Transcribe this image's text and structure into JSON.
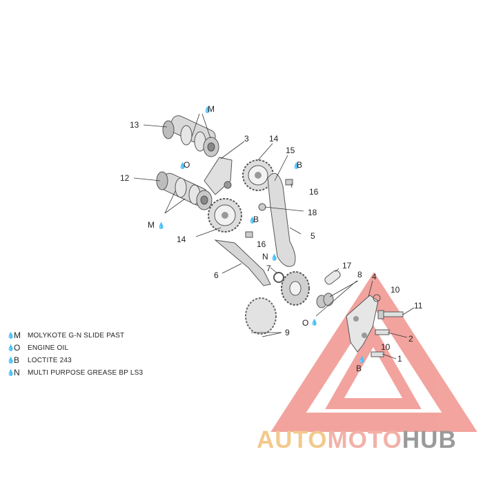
{
  "diagram": {
    "callouts": {
      "c1": "1",
      "c2": "2",
      "c3": "3",
      "c4": "4",
      "c5": "5",
      "c6": "6",
      "c7": "7",
      "c8": "8",
      "c9": "9",
      "c10a": "10",
      "c10b": "10",
      "c11": "11",
      "c12": "12",
      "c13": "13",
      "c14a": "14",
      "c14b": "14",
      "c15": "15",
      "c16a": "16",
      "c16b": "16",
      "c17": "17",
      "c18": "18"
    },
    "lube_marks": {
      "m_top": "M",
      "o_mid": "O",
      "m_low": "M",
      "b_gear": "B",
      "b_top": "B",
      "n_guide": "N",
      "o_low": "O",
      "b_low": "B"
    }
  },
  "legend": [
    {
      "code": "M",
      "text": "MOLYKOTE G-N SLIDE PAST"
    },
    {
      "code": "O",
      "text": "ENGINE OIL"
    },
    {
      "code": "B",
      "text": "LOCTITE 243"
    },
    {
      "code": "N",
      "text": "MULTI PURPOSE GREASE BP LS3"
    }
  ],
  "watermark": {
    "part1": "AUTO",
    "part2": "MOTO",
    "part3": "HUB",
    "colors": {
      "auto": "#f3c98d",
      "moto": "#f2b1a8",
      "hub": "#9a9a9a",
      "triangle": "#f08d86"
    }
  }
}
